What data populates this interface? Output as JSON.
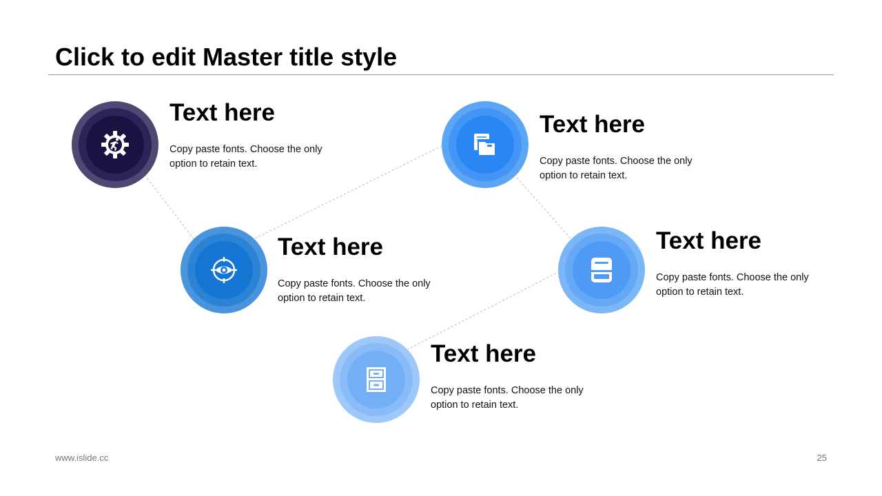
{
  "slide": {
    "title": "Click to edit Master title style",
    "footer_url": "www.islide.cc",
    "page_number": "25"
  },
  "steps": [
    {
      "heading": "Text here",
      "body_line1": "Copy paste fonts. Choose the only",
      "body_line2": "option to retain text.",
      "icon": "gear-runner-icon",
      "colors": {
        "outer": "#4e4872",
        "mid": "#2c2458",
        "core": "#1a1240"
      }
    },
    {
      "heading": "Text here",
      "body_line1": "Copy paste fonts. Choose the only",
      "body_line2": "option to retain text.",
      "icon": "target-eye-icon",
      "colors": {
        "outer": "#4a94de",
        "mid": "#2b83d6",
        "core": "#1475d2"
      }
    },
    {
      "heading": "Text here",
      "body_line1": "Copy paste fonts. Choose the only",
      "body_line2": "option to retain text.",
      "icon": "documents-icon",
      "colors": {
        "outer": "#5aa6f5",
        "mid": "#4396f5",
        "core": "#2a86f4"
      }
    },
    {
      "heading": "Text here",
      "body_line1": "Copy paste fonts. Choose the only",
      "body_line2": "option to retain text.",
      "icon": "archive-box-icon",
      "colors": {
        "outer": "#7bb6f7",
        "mid": "#64a8f6",
        "core": "#4e9af5"
      }
    },
    {
      "heading": "Text here",
      "body_line1": "Copy paste fonts. Choose the only",
      "body_line2": "option to retain text.",
      "icon": "file-cabinet-icon",
      "colors": {
        "outer": "#9dc8f9",
        "mid": "#88bbf8",
        "core": "#72aff6"
      }
    }
  ]
}
